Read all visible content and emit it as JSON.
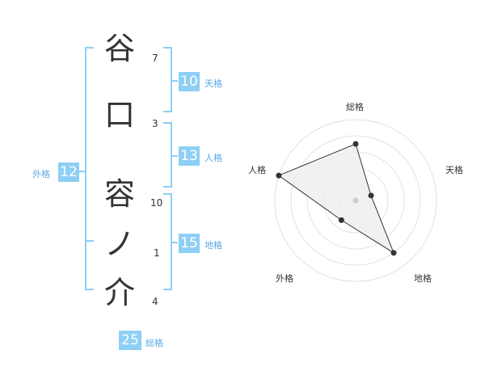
{
  "name_chars": [
    {
      "char": "谷",
      "strokes": "7"
    },
    {
      "char": "口",
      "strokes": "3"
    },
    {
      "char": "容",
      "strokes": "10"
    },
    {
      "char": "ノ",
      "strokes": "1"
    },
    {
      "char": "介",
      "strokes": "4"
    }
  ],
  "fortunes": {
    "tenkaku": {
      "value": "10",
      "label": "天格"
    },
    "jinkaku": {
      "value": "13",
      "label": "人格"
    },
    "chikaku": {
      "value": "15",
      "label": "地格"
    },
    "gaikaku": {
      "value": "12",
      "label": "外格"
    },
    "soukaku": {
      "value": "25",
      "label": "総格"
    }
  },
  "colors": {
    "bracket": "#8ecff5",
    "label": "#5aa9e6",
    "radar_fill": "#eeeeee",
    "radar_line": "#333333"
  },
  "chart_data": {
    "type": "radar",
    "categories": [
      "総格",
      "天格",
      "地格",
      "外格",
      "人格"
    ],
    "values": [
      0.7,
      0.2,
      0.8,
      0.3,
      1.0
    ],
    "rings": 5
  }
}
